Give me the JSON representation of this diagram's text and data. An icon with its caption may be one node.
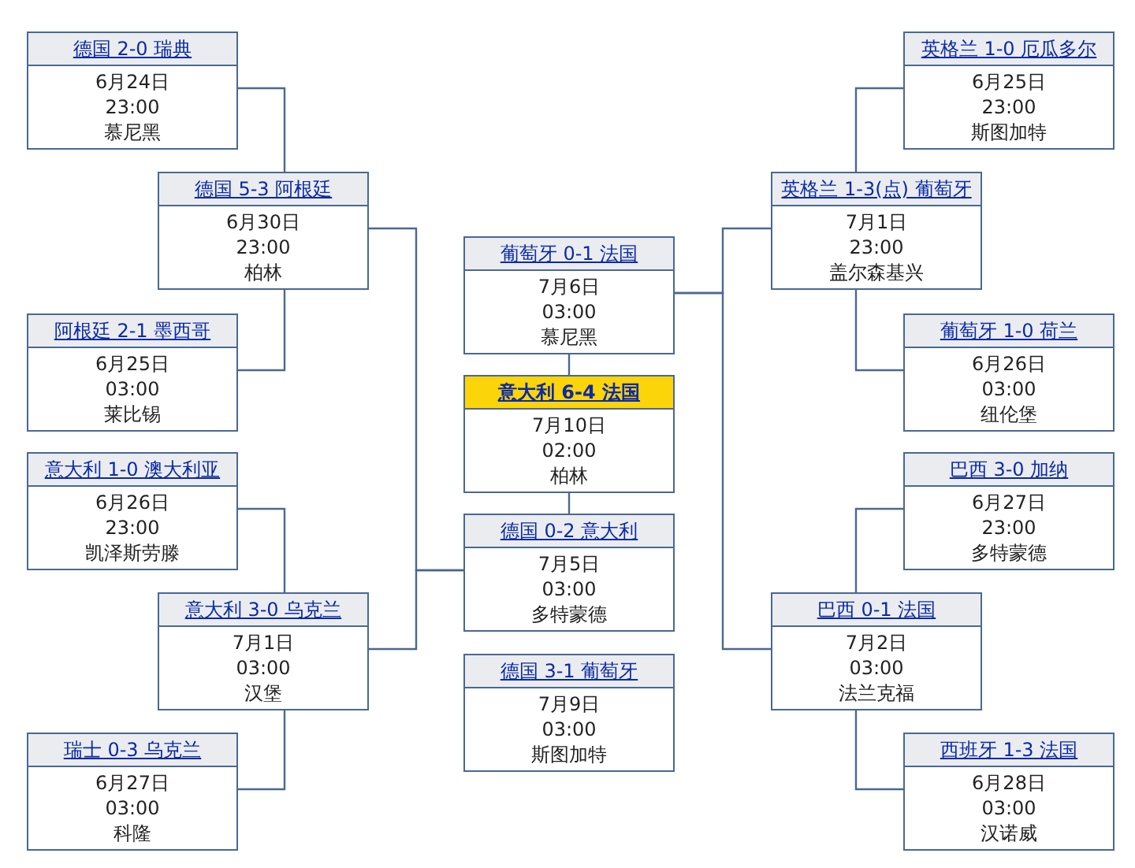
{
  "diagram": {
    "nodes": [
      {
        "text": [
          "德国 2-0 瑞典",
          "6月24日",
          "23:00",
          "慕尼黑"
        ]
      },
      {
        "text": [
          "阿根廷 2-1 墨西哥",
          "6月25日",
          "03:00",
          "莱比锡"
        ]
      },
      {
        "text": [
          "意大利 1-0 澳大利亚",
          "6月26日",
          "23:00",
          "凯泽斯劳滕"
        ]
      },
      {
        "text": [
          "瑞士 0-3 乌克兰",
          "6月27日",
          "03:00",
          "科隆"
        ]
      },
      {
        "text": [
          "德国 5-3 阿根廷",
          "6月30日",
          "23:00",
          "柏林"
        ]
      },
      {
        "text": [
          "意大利 3-0 乌克兰",
          "7月1日",
          "03:00",
          "汉堡"
        ]
      },
      {
        "text": [
          "葡萄牙 0-1 法国",
          "7月6日",
          "03:00",
          "慕尼黑"
        ]
      },
      {
        "text": [
          "意大利 6-4 法国",
          "7月10日",
          "02:00",
          "柏林"
        ]
      },
      {
        "text": [
          "德国 0-2 意大利",
          "7月5日",
          "03:00",
          "多特蒙德"
        ]
      },
      {
        "text": [
          "德国 3-1 葡萄牙",
          "7月9日",
          "03:00",
          "斯图加特"
        ]
      },
      {
        "text": [
          "英格兰 1-3(点) 葡萄牙",
          "7月1日",
          "23:00",
          "盖尔森基兴"
        ]
      },
      {
        "text": [
          "巴西 0-1 法国",
          "7月2日",
          "03:00",
          "法兰克福"
        ]
      },
      {
        "text": [
          "英格兰 1-0 厄瓜多尔",
          "6月25日",
          "23:00",
          "斯图加特"
        ]
      },
      {
        "text": [
          "葡萄牙 1-0 荷兰",
          "6月26日",
          "03:00",
          "纽伦堡"
        ]
      },
      {
        "text": [
          "巴西 3-0 加纳",
          "6月27日",
          "23:00",
          "多特蒙德"
        ]
      },
      {
        "text": [
          "西班牙 1-3 法国",
          "6月28日",
          "03:00",
          "汉诺威"
        ]
      }
    ],
    "edges": [
      {
        "from": 0,
        "to": 4,
        "arrow": "none"
      },
      {
        "from": 1,
        "to": 4,
        "arrow": "none"
      },
      {
        "from": 2,
        "to": 5,
        "arrow": "none"
      },
      {
        "from": 3,
        "to": 5,
        "arrow": "none"
      },
      {
        "from": 4,
        "to": 8,
        "arrow": "none"
      },
      {
        "from": 5,
        "to": 8,
        "arrow": "none"
      },
      {
        "from": 6,
        "to": 7,
        "arrow": "none"
      },
      {
        "from": 8,
        "to": 7,
        "arrow": "none"
      },
      {
        "from": 10,
        "to": 6,
        "arrow": "none"
      },
      {
        "from": 11,
        "to": 6,
        "arrow": "none"
      },
      {
        "from": 12,
        "to": 10,
        "arrow": "none"
      },
      {
        "from": 13,
        "to": 10,
        "arrow": "none"
      },
      {
        "from": 14,
        "to": 11,
        "arrow": "none"
      },
      {
        "from": 15,
        "to": 11,
        "arrow": "none"
      }
    ]
  }
}
